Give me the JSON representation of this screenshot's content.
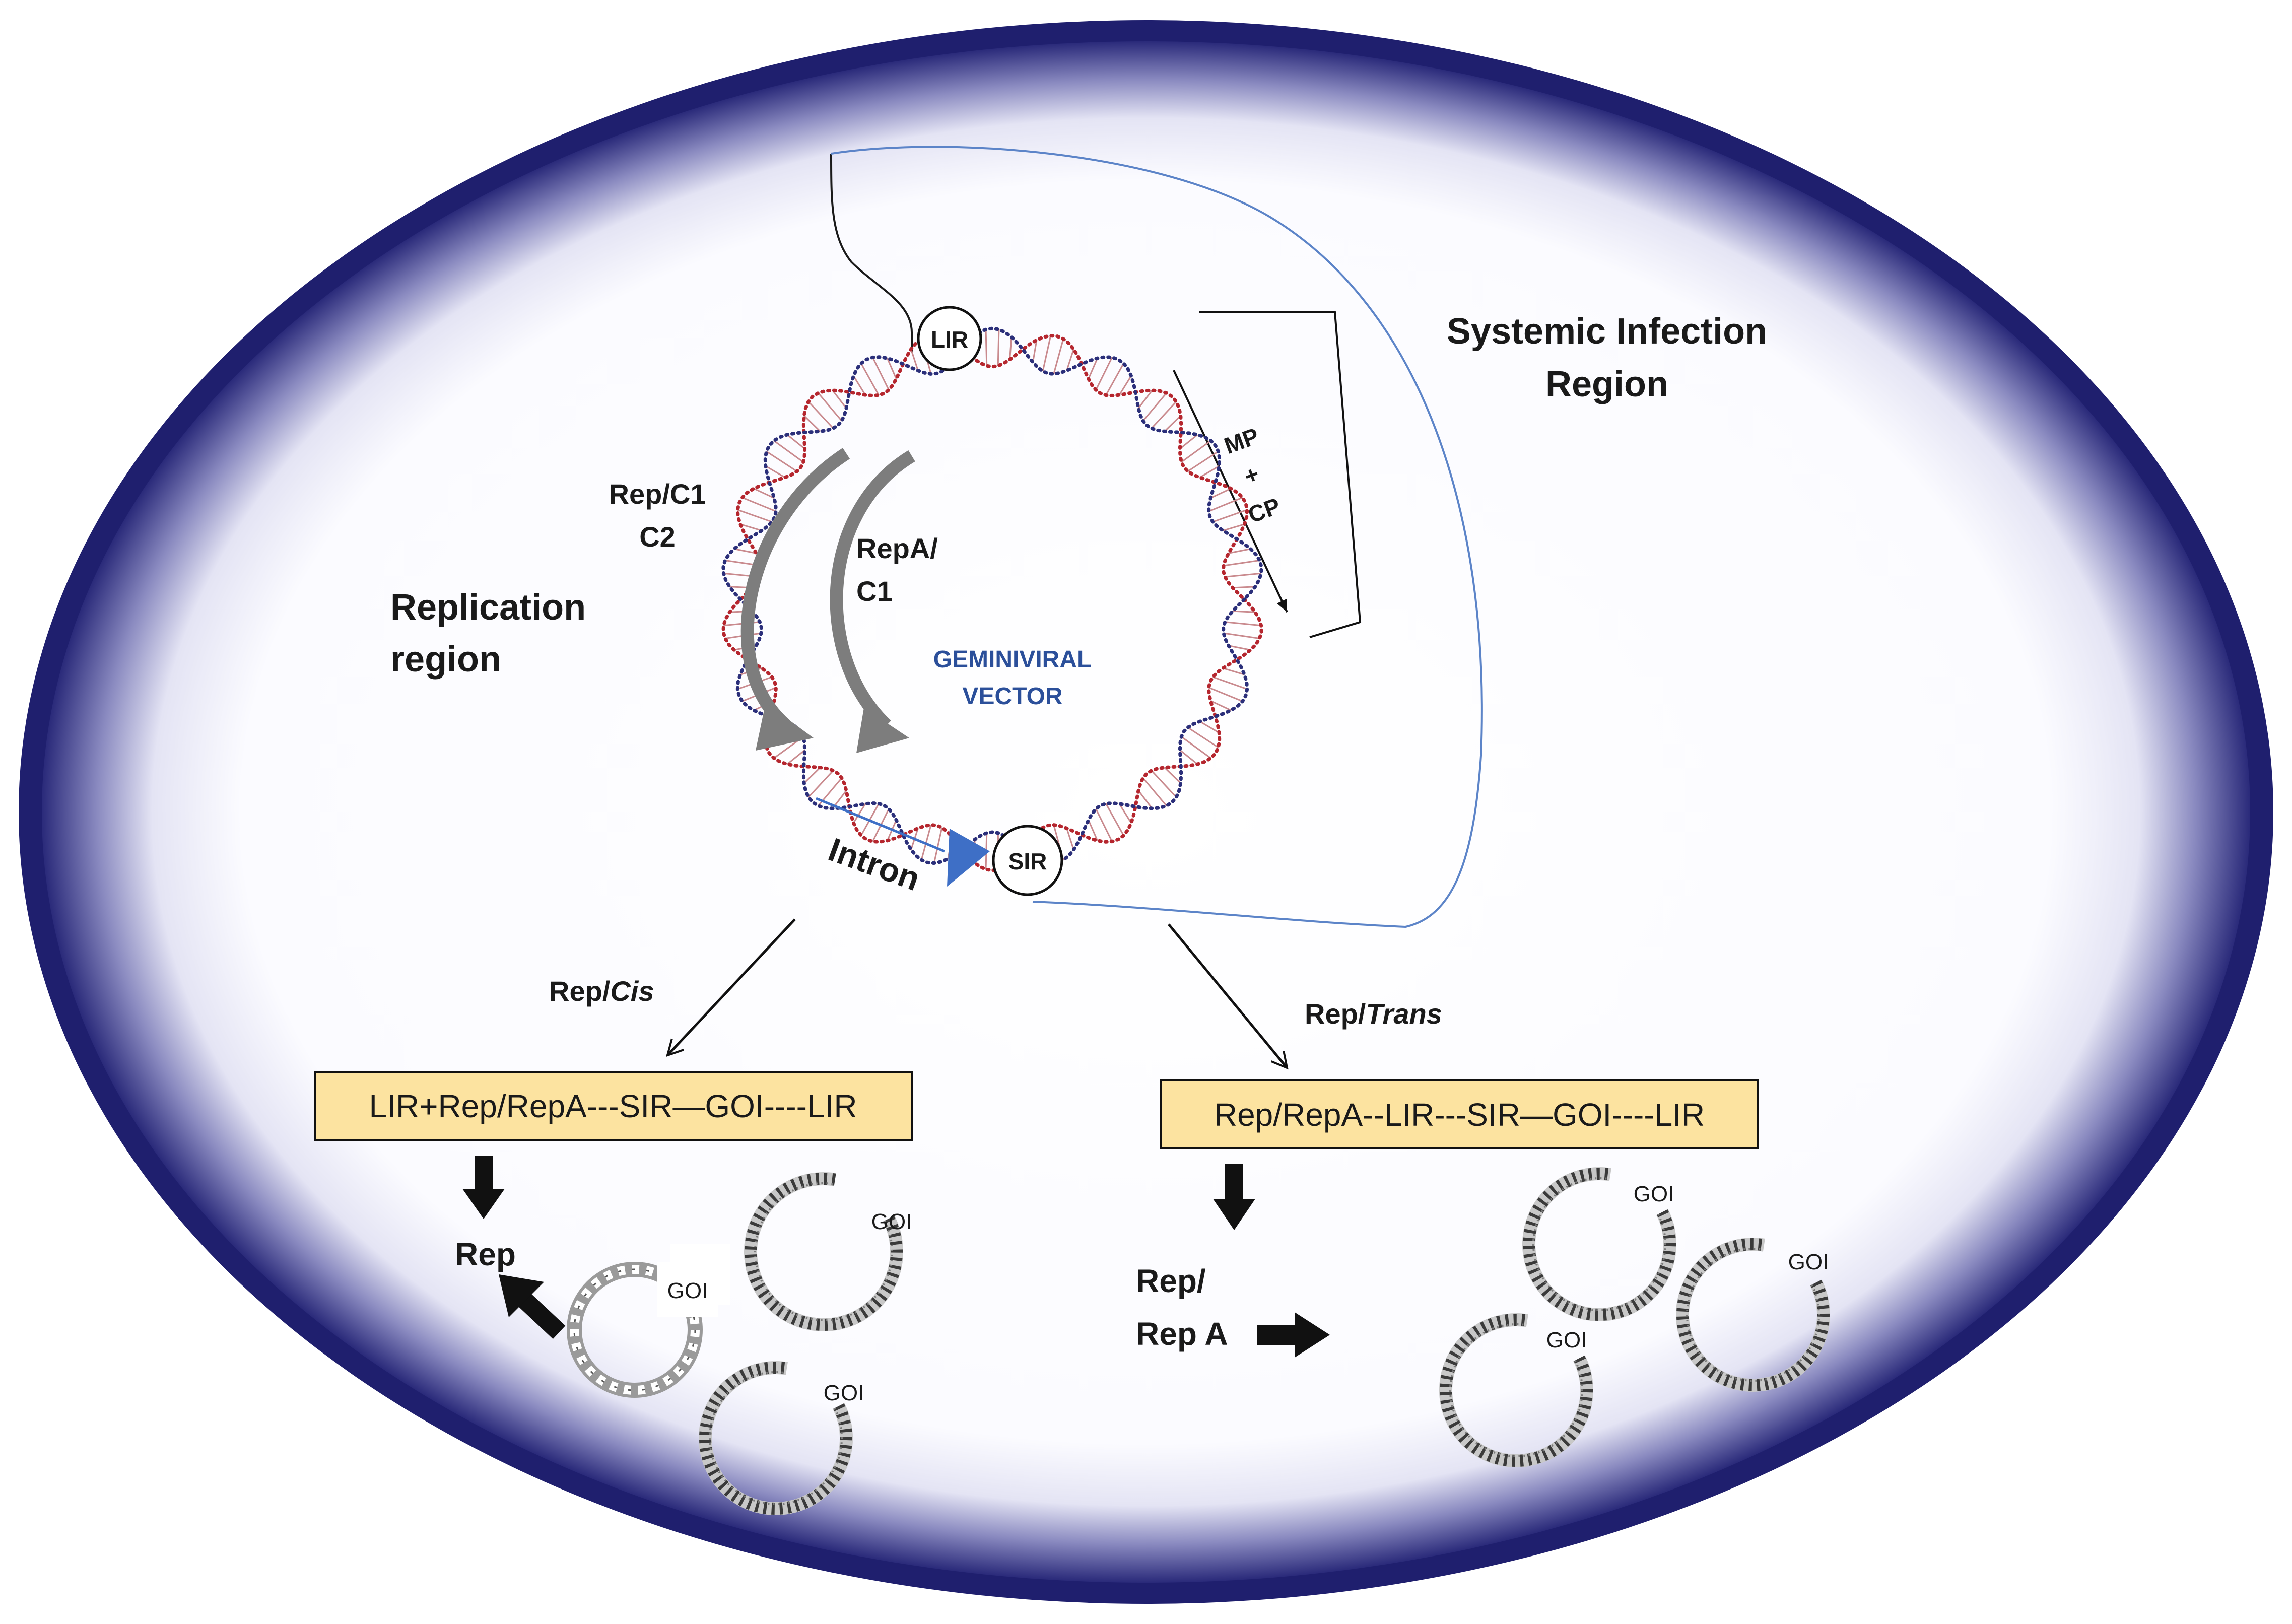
{
  "colors": {
    "cell_rim": "#1f1f6e",
    "cell_interior": "#ffffff",
    "vector_label": "#2b4f9a",
    "strand_red": "#b5262e",
    "strand_blue": "#2b2f7a",
    "construct_fill": "#fce3a0",
    "intron_arrow": "#3e6fc6",
    "rep_arrow": "#7d7d7d"
  },
  "regions": {
    "systemic_line1": "Systemic Infection",
    "systemic_line2": "Region",
    "replication_line1": "Replication",
    "replication_line2": "region"
  },
  "vector": {
    "line1": "GEMINIVIRAL",
    "line2": "VECTOR",
    "lir": "LIR",
    "sir": "SIR",
    "intron": "Intron",
    "rep_c1_line1": "Rep/C1",
    "rep_c1_line2": "C2",
    "repa_line1": "RepA/",
    "repa_line2": "C1",
    "mp_line1": "MP",
    "mp_line2": "+",
    "mp_line3": "CP"
  },
  "cis": {
    "prefix": "Rep/",
    "mode": "Cis",
    "construct": "LIR+Rep/RepA---SIR—GOI----LIR",
    "product": "Rep",
    "goi_labels": [
      "GOI",
      "GOI",
      "GOI"
    ]
  },
  "trans": {
    "prefix": "Rep/",
    "mode": "Trans",
    "construct": "Rep/RepA--LIR---SIR—GOI----LIR",
    "product_line1": "Rep/",
    "product_line2": "Rep A",
    "goi_labels": [
      "GOI",
      "GOI",
      "GOI"
    ]
  }
}
